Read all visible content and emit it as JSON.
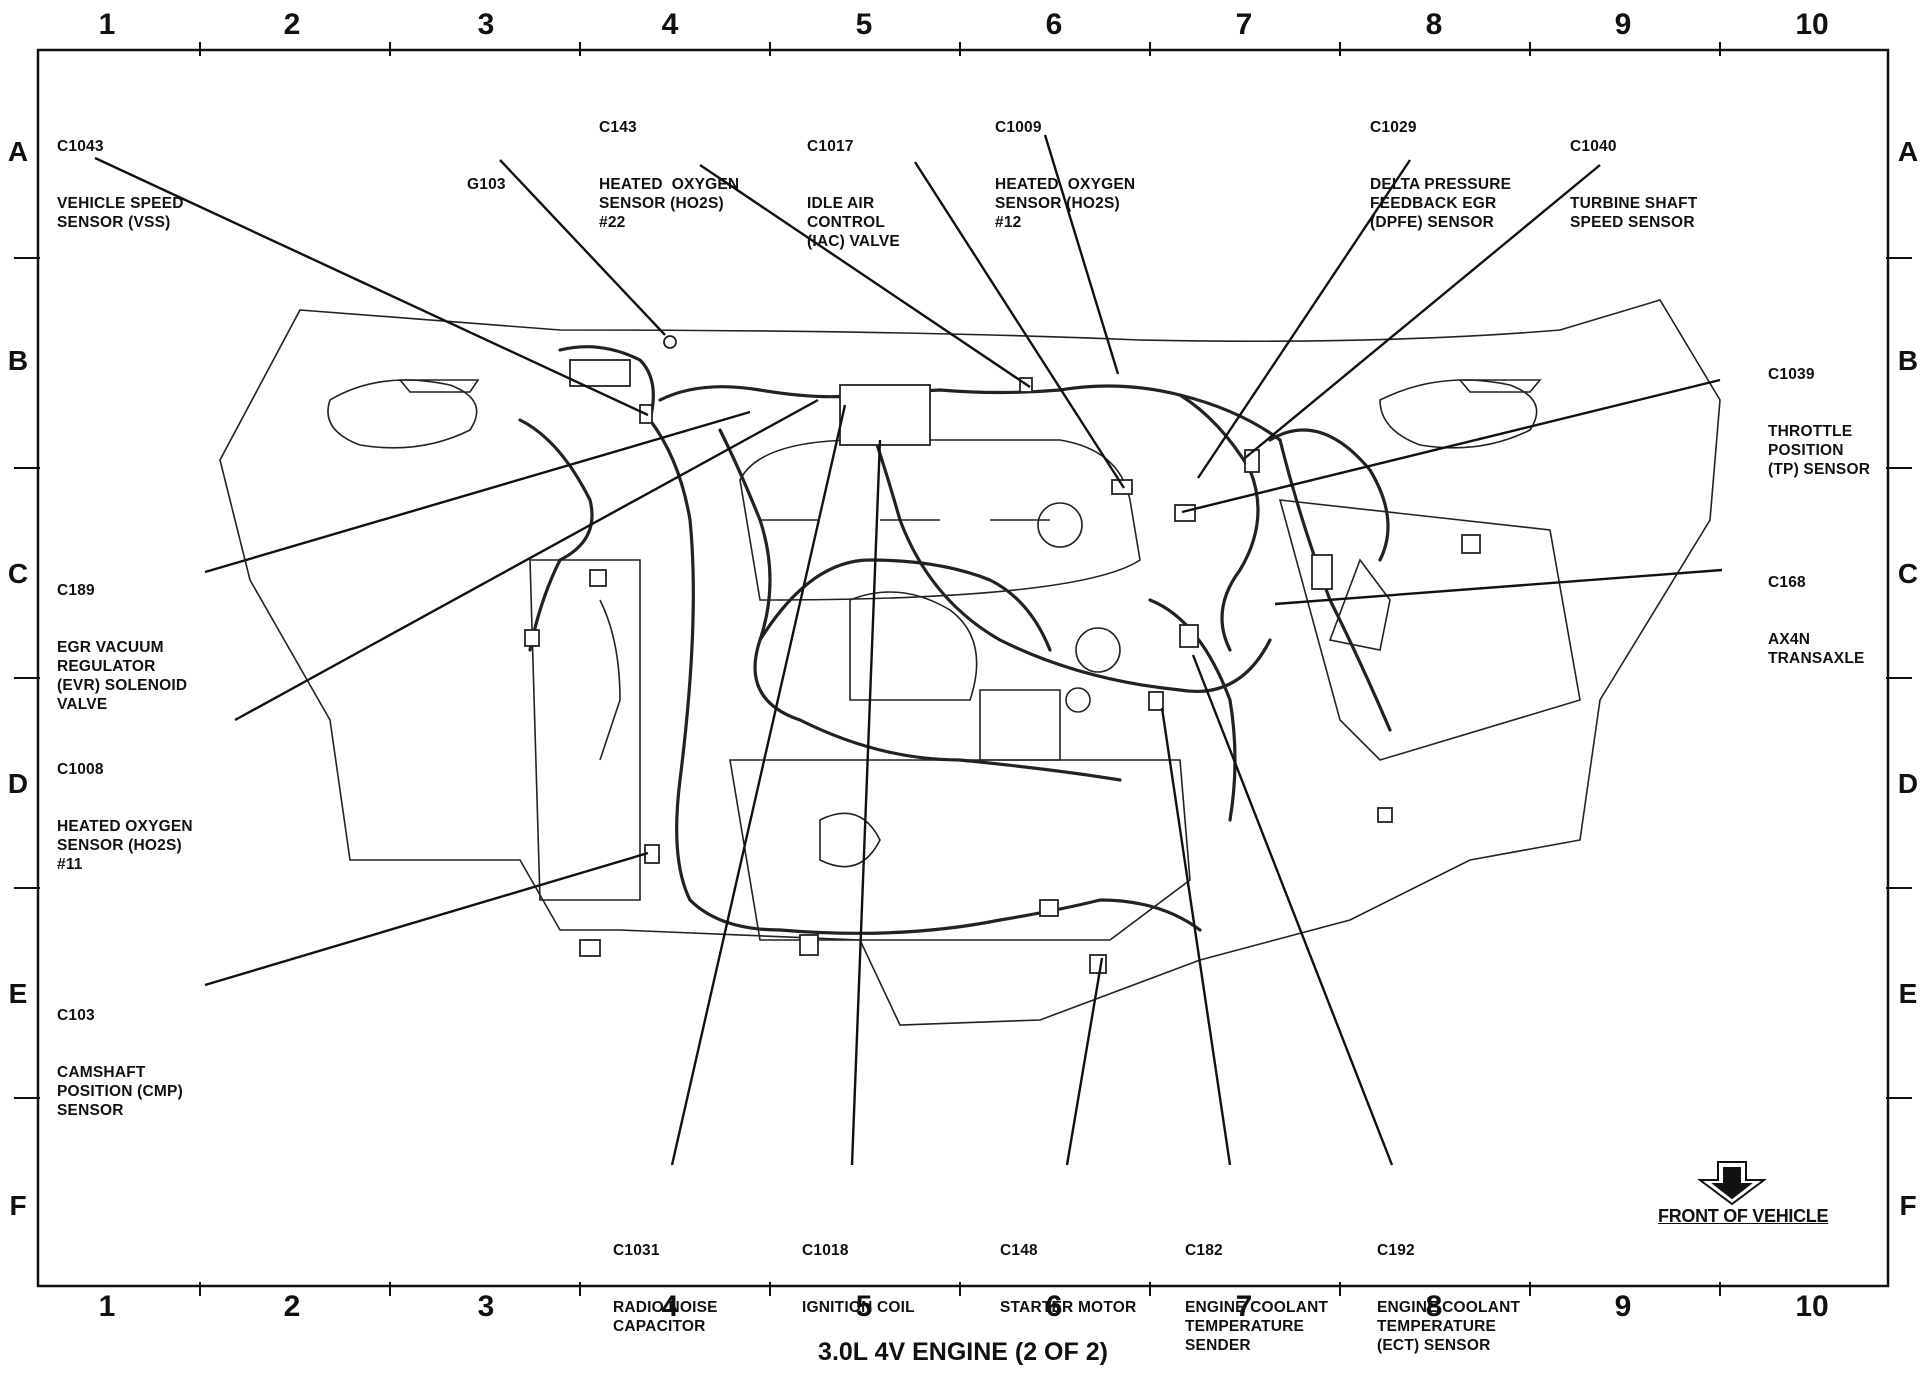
{
  "title": "3.0L 4V ENGINE (2 OF 2)",
  "grid": {
    "columns": [
      "1",
      "2",
      "3",
      "4",
      "5",
      "6",
      "7",
      "8",
      "9",
      "10"
    ],
    "rows": [
      "A",
      "B",
      "C",
      "D",
      "E",
      "F"
    ]
  },
  "front_label": "FRONT OF VEHICLE",
  "callouts": [
    {
      "id": "c1043",
      "code": "C1043",
      "desc": "VEHICLE SPEED\nSENSOR (VSS)"
    },
    {
      "id": "g103",
      "code": "",
      "desc": "G103"
    },
    {
      "id": "c143",
      "code": "C143",
      "desc": "HEATED  OXYGEN\nSENSOR (HO2S)\n#22"
    },
    {
      "id": "c1017",
      "code": "C1017",
      "desc": "IDLE AIR\nCONTROL\n(IAC) VALVE"
    },
    {
      "id": "c1009",
      "code": "C1009",
      "desc": "HEATED  OXYGEN\nSENSOR (HO2S)\n#12"
    },
    {
      "id": "c1029",
      "code": "C1029",
      "desc": "DELTA PRESSURE\nFEEDBACK EGR\n(DPFE) SENSOR"
    },
    {
      "id": "c1040",
      "code": "C1040",
      "desc": "TURBINE SHAFT\nSPEED SENSOR"
    },
    {
      "id": "c1039",
      "code": "C1039",
      "desc": "THROTTLE\nPOSITION\n(TP) SENSOR"
    },
    {
      "id": "c168",
      "code": "C168",
      "desc": "AX4N\nTRANSAXLE"
    },
    {
      "id": "c189",
      "code": "C189",
      "desc": "EGR VACUUM\nREGULATOR\n(EVR) SOLENOID\nVALVE"
    },
    {
      "id": "c1008",
      "code": "C1008",
      "desc": "HEATED OXYGEN\nSENSOR (HO2S)\n#11"
    },
    {
      "id": "c103",
      "code": "C103",
      "desc": "CAMSHAFT\nPOSITION (CMP)\nSENSOR"
    },
    {
      "id": "c1031",
      "code": "C1031",
      "desc": "RADIO NOISE\nCAPACITOR"
    },
    {
      "id": "c1018",
      "code": "C1018",
      "desc": "IGNITION COIL"
    },
    {
      "id": "c148",
      "code": "C148",
      "desc": "STARTER MOTOR"
    },
    {
      "id": "c182",
      "code": "C182",
      "desc": "ENGINE COOLANT\nTEMPERATURE\nSENDER"
    },
    {
      "id": "c192",
      "code": "C192",
      "desc": "ENGINE COOLANT\nTEMPERATURE\n(ECT) SENSOR"
    }
  ]
}
